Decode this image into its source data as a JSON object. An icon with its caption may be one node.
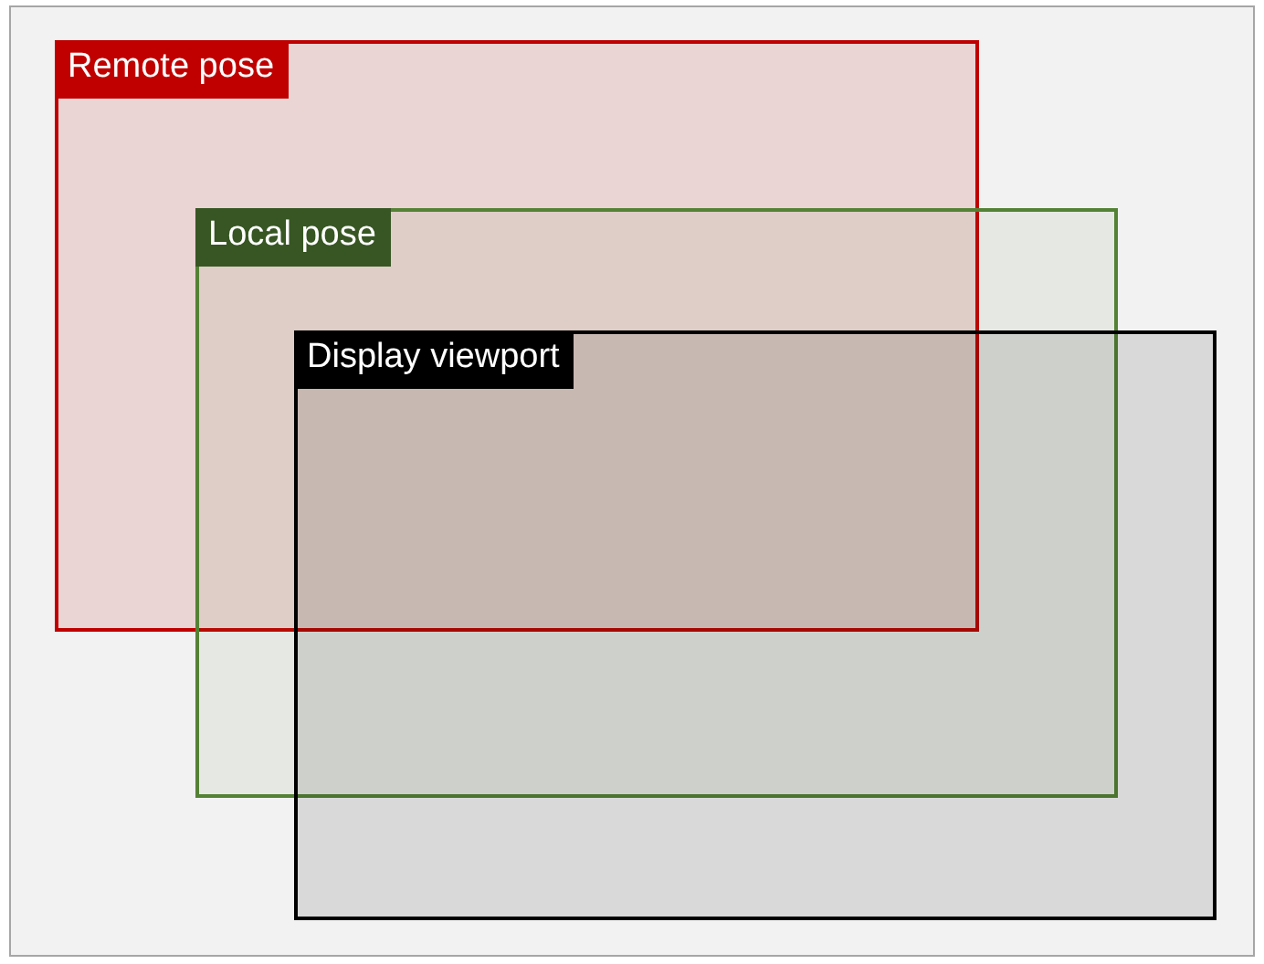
{
  "diagram": {
    "nodes": [
      {
        "text": [
          "Remote pose"
        ]
      },
      {
        "text": [
          "Local pose"
        ]
      },
      {
        "text": [
          "Display viewport"
        ]
      }
    ]
  }
}
